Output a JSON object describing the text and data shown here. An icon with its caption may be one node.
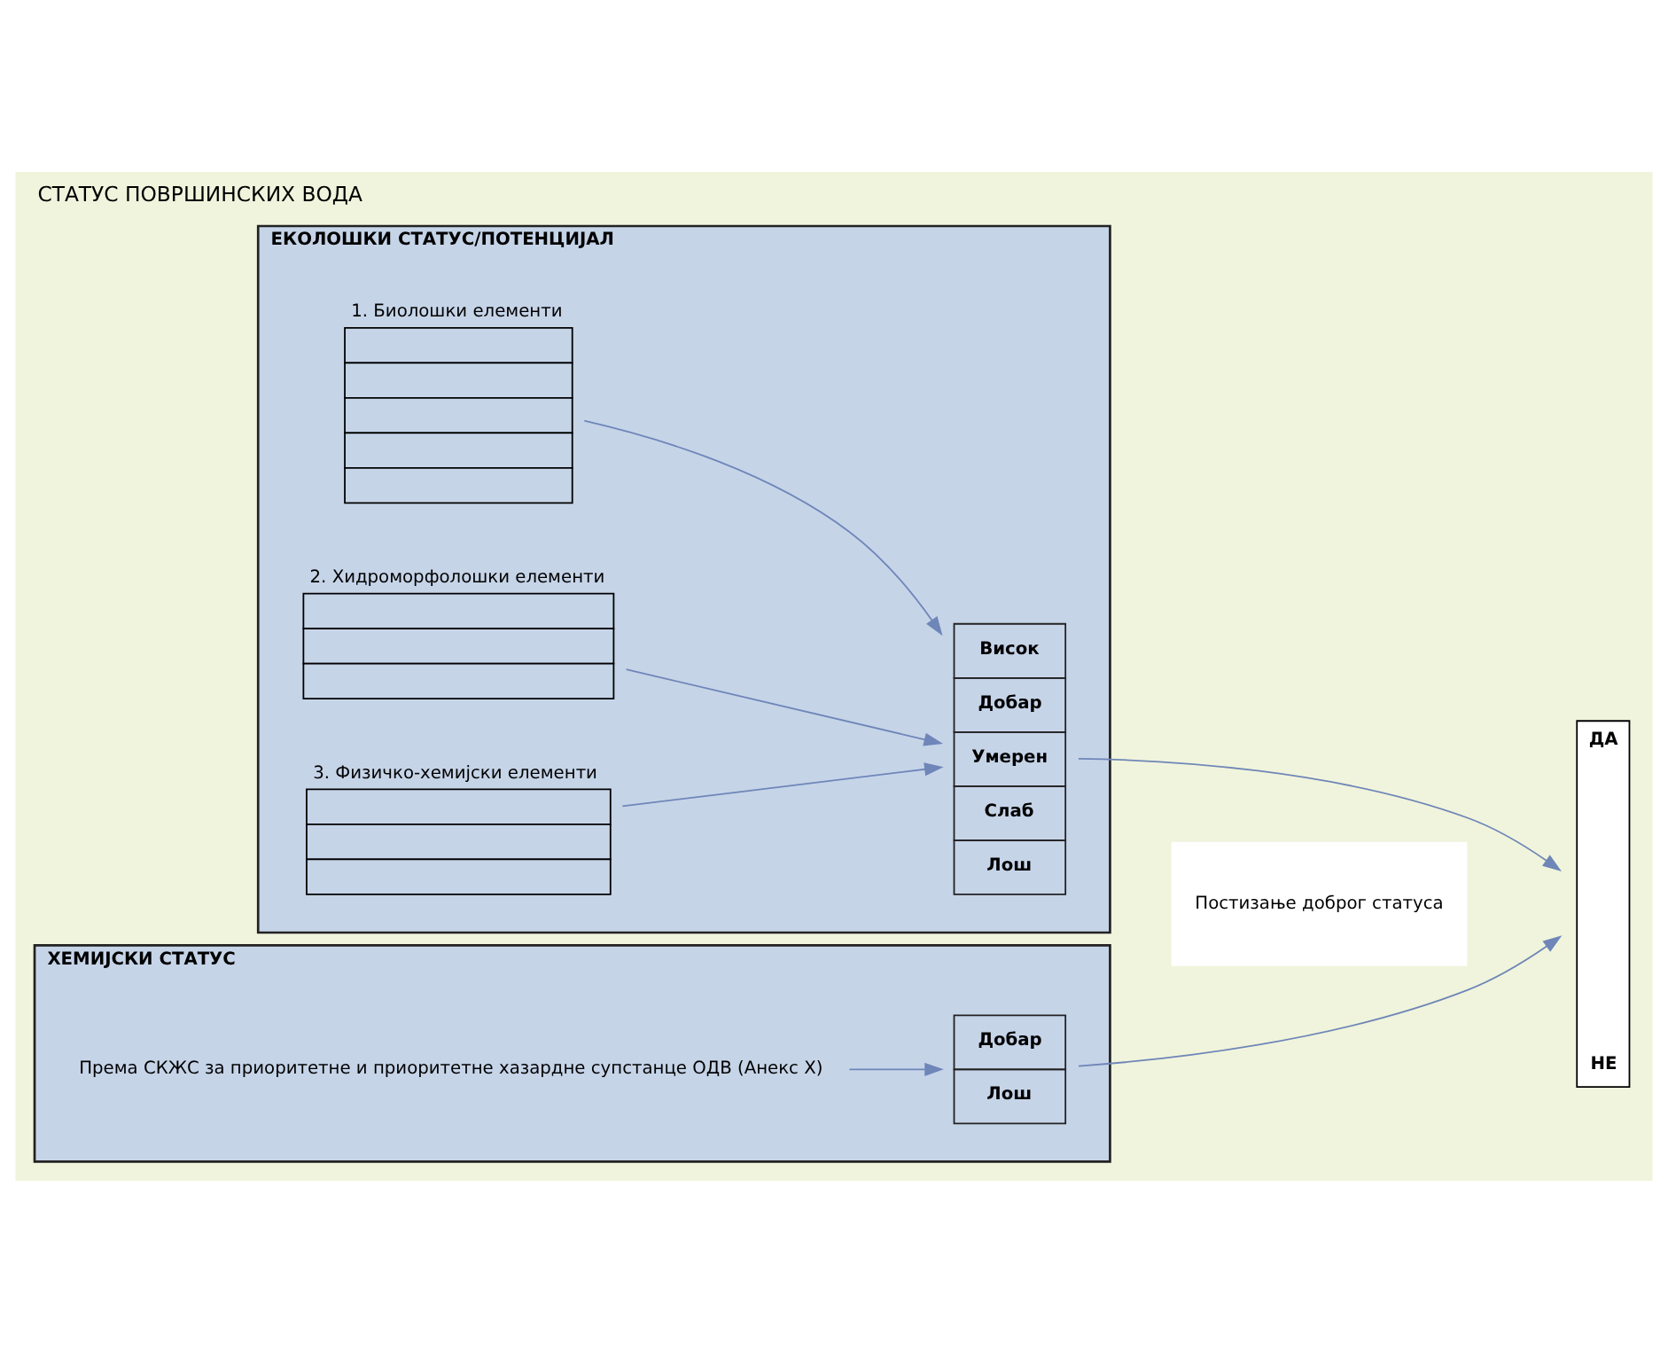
{
  "diagram": {
    "title": "СТАТУС ПОВРШИНСКИХ ВОДА",
    "nodes": [
      {
        "text": [
          "ЕКОЛОШКИ СТАТУС/ПОТЕНЦИЈАЛ"
        ]
      },
      {
        "text": [
          "1. Биолошки елементи"
        ],
        "in": 0
      },
      {
        "text": [
          "2. Хидроморфолошки елементи"
        ],
        "in": 0
      },
      {
        "text": [
          "3. Физичко-хемијски елементи"
        ],
        "in": 0
      },
      {
        "text": [
          "Висок",
          "Добар",
          "Умерен",
          "Слаб",
          "Лош"
        ],
        "in": 0
      },
      {
        "text": [
          "ХЕМИЈСКИ СТАТУС"
        ]
      },
      {
        "text": [
          "Према СКЖС за приоритетне и приоритетне хазардне супстанце ОДВ (Анекс X)"
        ],
        "in": 5
      },
      {
        "text": [
          "Добар",
          "Лош"
        ],
        "in": 5
      },
      {
        "text": [
          "Постизање доброг статуса"
        ]
      },
      {
        "text": [
          "ДА",
          "НЕ"
        ]
      }
    ],
    "edges": [
      {
        "from": 1,
        "to": 4,
        "arrow": "to"
      },
      {
        "from": 2,
        "to": 4,
        "arrow": "to"
      },
      {
        "from": 3,
        "to": 4,
        "arrow": "to"
      },
      {
        "from": 6,
        "to": 7,
        "arrow": "to"
      },
      {
        "from": 4,
        "to": 9,
        "arrow": "to"
      },
      {
        "from": 7,
        "to": 9,
        "arrow": "to"
      }
    ]
  }
}
